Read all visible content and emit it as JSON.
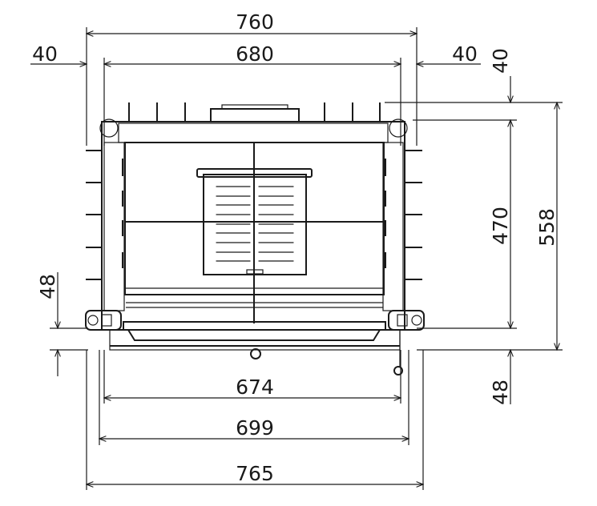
{
  "title": "Fireplace insert front view dimension drawing",
  "dimensions": {
    "overall_top_width": "760",
    "inner_top_width": "680",
    "left_offset": "40",
    "right_offset": "40",
    "top_offset": "40",
    "body_height": "470",
    "total_height": "558",
    "left_bottom_height": "48",
    "right_bottom_height": "48",
    "door_width": "674",
    "frame_width": "699",
    "overall_bottom_width": "765"
  },
  "colors": {
    "line": "#1a1a1a",
    "background": "#ffffff"
  }
}
